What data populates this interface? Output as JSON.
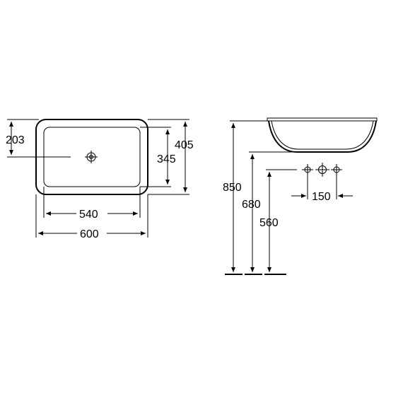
{
  "top_view": {
    "dim_203": "203",
    "dim_405": "405",
    "dim_345": "345",
    "dim_540": "540",
    "dim_600": "600"
  },
  "side_view": {
    "dim_850": "850",
    "dim_680": "680",
    "dim_560": "560",
    "dim_150": "150"
  }
}
